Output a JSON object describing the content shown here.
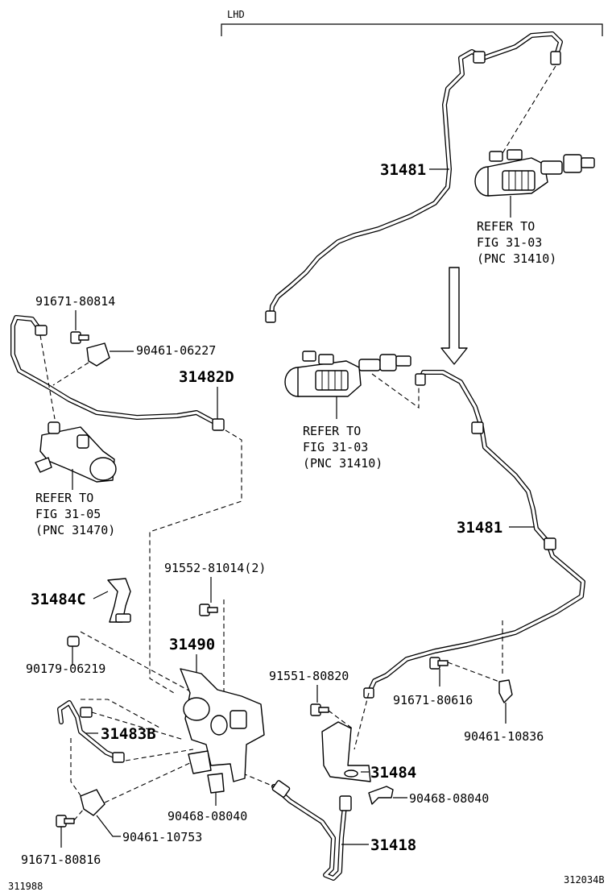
{
  "header": {
    "variant": "LHD"
  },
  "parts": {
    "p31481_top": "31481",
    "p31481_right": "31481",
    "p31482D": "31482D",
    "p31484C": "31484C",
    "p31490": "31490",
    "p31483B": "31483B",
    "p31484": "31484",
    "p31418": "31418",
    "b91671_80814": "91671-80814",
    "b90461_06227": "90461-06227",
    "b91552_81014": "91552-81014(2)",
    "b90179_06219": "90179-06219",
    "b91551_80820": "91551-80820",
    "b91671_80616": "91671-80616",
    "b90461_10836": "90461-10836",
    "b90468_08040_a": "90468-08040",
    "b90468_08040_b": "90468-08040",
    "b90461_10753": "90461-10753",
    "b91671_80816": "91671-80816"
  },
  "refs": {
    "top": [
      "REFER TO",
      "FIG 31-03",
      "(PNC 31410)"
    ],
    "middle": [
      "REFER TO",
      "FIG 31-03",
      "(PNC 31410)"
    ],
    "left": [
      "REFER TO",
      "FIG 31-05",
      "(PNC 31470)"
    ]
  },
  "footer": {
    "left_code": "311988",
    "right_code": "312034B"
  }
}
